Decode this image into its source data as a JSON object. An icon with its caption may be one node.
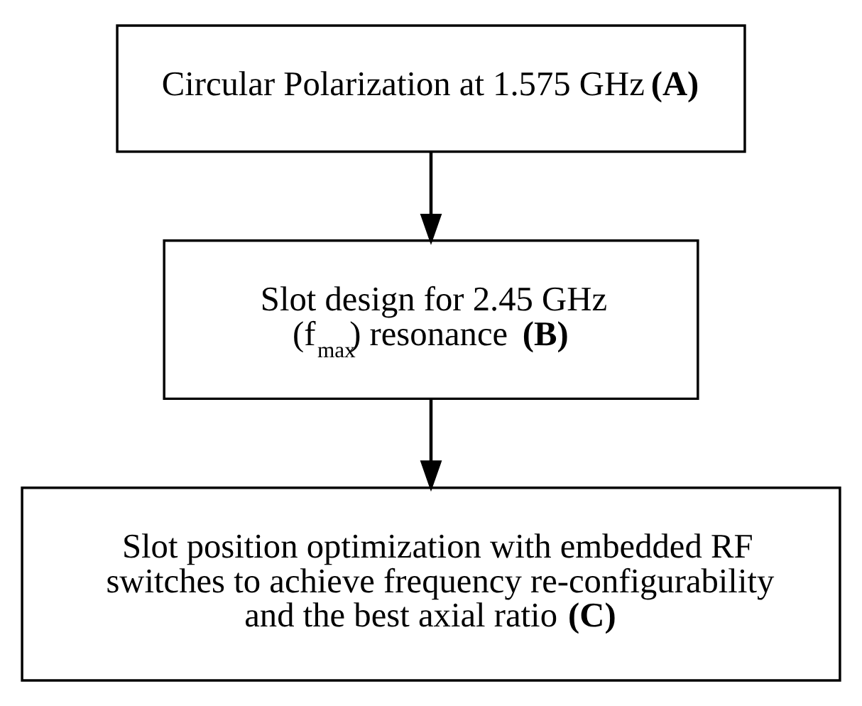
{
  "diagram": {
    "nodes": [
      {
        "text": [
          "Circular Polarization at 1.575 GHz **(A)**"
        ]
      },
      {
        "text": [
          "Slot design for 2.45 GHz (f$_{max}$) resonance **(B)**"
        ]
      },
      {
        "text": [
          "Slot position optimization with embedded RF switches to achieve frequency re-configurability and the best axial ratio **(C)**"
        ]
      }
    ],
    "edges": [
      {
        "from": 0,
        "to": 1,
        "arrow": "to"
      },
      {
        "from": 1,
        "to": 2,
        "arrow": "to"
      }
    ]
  }
}
